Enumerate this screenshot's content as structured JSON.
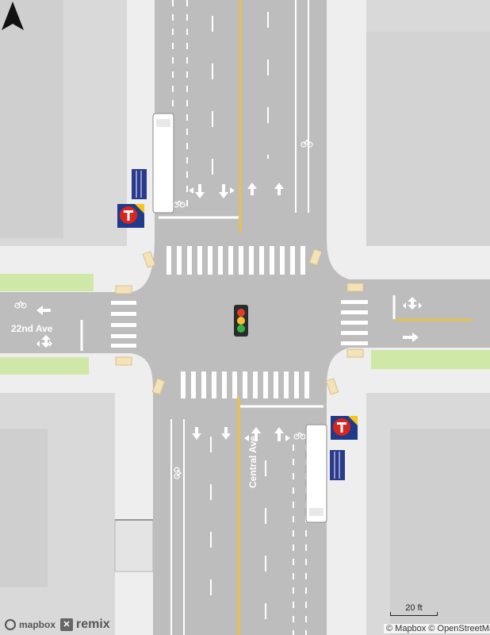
{
  "map": {
    "streets": {
      "horizontal_name": "22nd Ave",
      "vertical_name": "Central Ave"
    },
    "scale": {
      "label": "20 ft"
    },
    "attribution": "© Mapbox © OpenStreetMap",
    "logos": {
      "mapbox": "mapbox",
      "remix": "remix"
    },
    "icons": {
      "transit_stop": "metro-transit-t-logo-icon",
      "traffic_signal": "traffic-light-icon",
      "north": "north-arrow-icon",
      "bike": "bicycle-icon",
      "pedestrian_ramp": "curb-ramp-icon",
      "bus": "bus-icon",
      "shelter": "bus-shelter-icon"
    },
    "colors": {
      "road": "#bcbcbc",
      "building": "#d6d6d6",
      "sidewalk": "#eeeeee",
      "center_line": "#f4c430",
      "green": "#cfe8a7",
      "transit_red": "#d7261e",
      "transit_blue": "#1f3a8a",
      "transit_yellow": "#f5c518",
      "shelter_blue": "#2a3a8c"
    }
  }
}
